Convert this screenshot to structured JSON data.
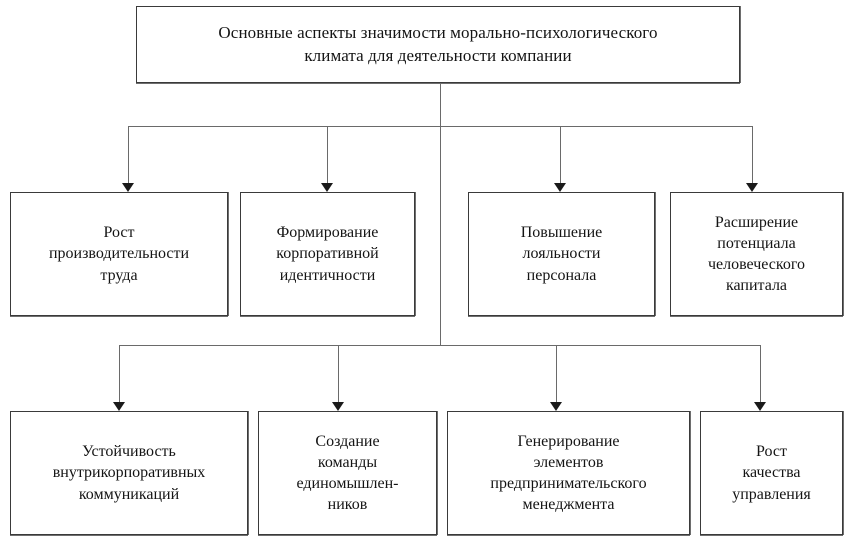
{
  "diagram": {
    "type": "hierarchy-flowchart",
    "title_node": {
      "id": "root",
      "text": "Основные аспекты значимости морально-психологического\nклимата для деятельности компании"
    },
    "level2": [
      {
        "id": "n1",
        "text": "Рост\nпроизводительности\nтруда"
      },
      {
        "id": "n2",
        "text": "Формирование\nкорпоративной\nидентичности"
      },
      {
        "id": "n3",
        "text": "Повышение\nлояльности\nперсонала"
      },
      {
        "id": "n4",
        "text": "Расширение\nпотенциала\nчеловеческого\nкапитала"
      }
    ],
    "level3": [
      {
        "id": "n5",
        "text": "Устойчивость\nвнутрикорпоративных\nкоммуникаций"
      },
      {
        "id": "n6",
        "text": "Создание\nкоманды\nединомышлен-\nников"
      },
      {
        "id": "n7",
        "text": "Генерирование\nэлементов\nпредпринимательского\nменеджмента"
      },
      {
        "id": "n8",
        "text": "Рост\nкачества\nуправления"
      }
    ],
    "colors": {
      "box_border": "#3a3a3a",
      "box_shadow": "#6e6e6e",
      "connector": "#6a6a6a",
      "arrow": "#1a1a1a",
      "text": "#141414",
      "background": "#ffffff"
    }
  }
}
